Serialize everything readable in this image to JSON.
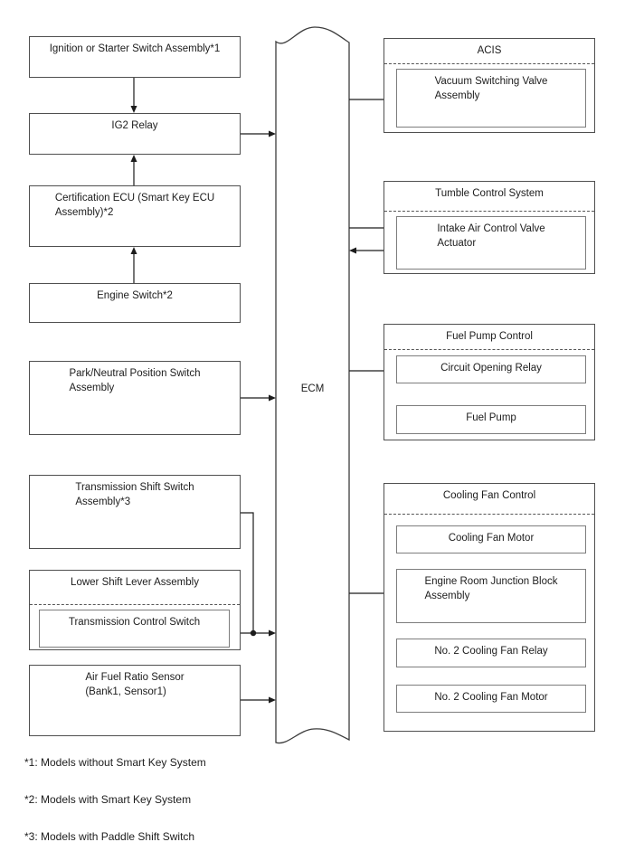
{
  "diagram": {
    "center": {
      "ecm": "ECM"
    },
    "left": {
      "ignition": "Ignition or Starter Switch Assembly*1",
      "ig2_relay": "IG2 Relay",
      "certification_ecu": "Certification ECU (Smart Key ECU\nAssembly)*2",
      "engine_switch": "Engine Switch*2",
      "park_neutral": "Park/Neutral Position Switch\nAssembly",
      "transmission_shift": "Transmission Shift Switch\nAssembly*3",
      "lower_shift_lever": "Lower Shift Lever Assembly",
      "transmission_control": "Transmission Control Switch",
      "air_fuel_sensor": "Air Fuel Ratio Sensor\n(Bank1, Sensor1)"
    },
    "right": {
      "acis_title": "ACIS",
      "vacuum_valve": "Vacuum Switching Valve\nAssembly",
      "tumble_title": "Tumble Control System",
      "intake_actuator": "Intake Air Control Valve\nActuator",
      "fuel_pump_title": "Fuel Pump Control",
      "circuit_opening_relay": "Circuit Opening Relay",
      "fuel_pump": "Fuel Pump",
      "cooling_title": "Cooling Fan Control",
      "cooling_fan_motor": "Cooling Fan Motor",
      "junction_block": "Engine Room Junction Block\nAssembly",
      "no2_fan_relay": "No. 2 Cooling Fan Relay",
      "no2_fan_motor": "No. 2 Cooling Fan Motor"
    },
    "footnotes": [
      "*1: Models without Smart Key System",
      "*2: Models with Smart Key System",
      "*3: Models with Paddle Shift Switch"
    ]
  },
  "colors": {
    "background": "#ffffff",
    "text": "#1c1c1c",
    "line": "#1c1c1c",
    "box_border": "#4f4f4f",
    "inner_box_border": "#7d7d7d"
  }
}
